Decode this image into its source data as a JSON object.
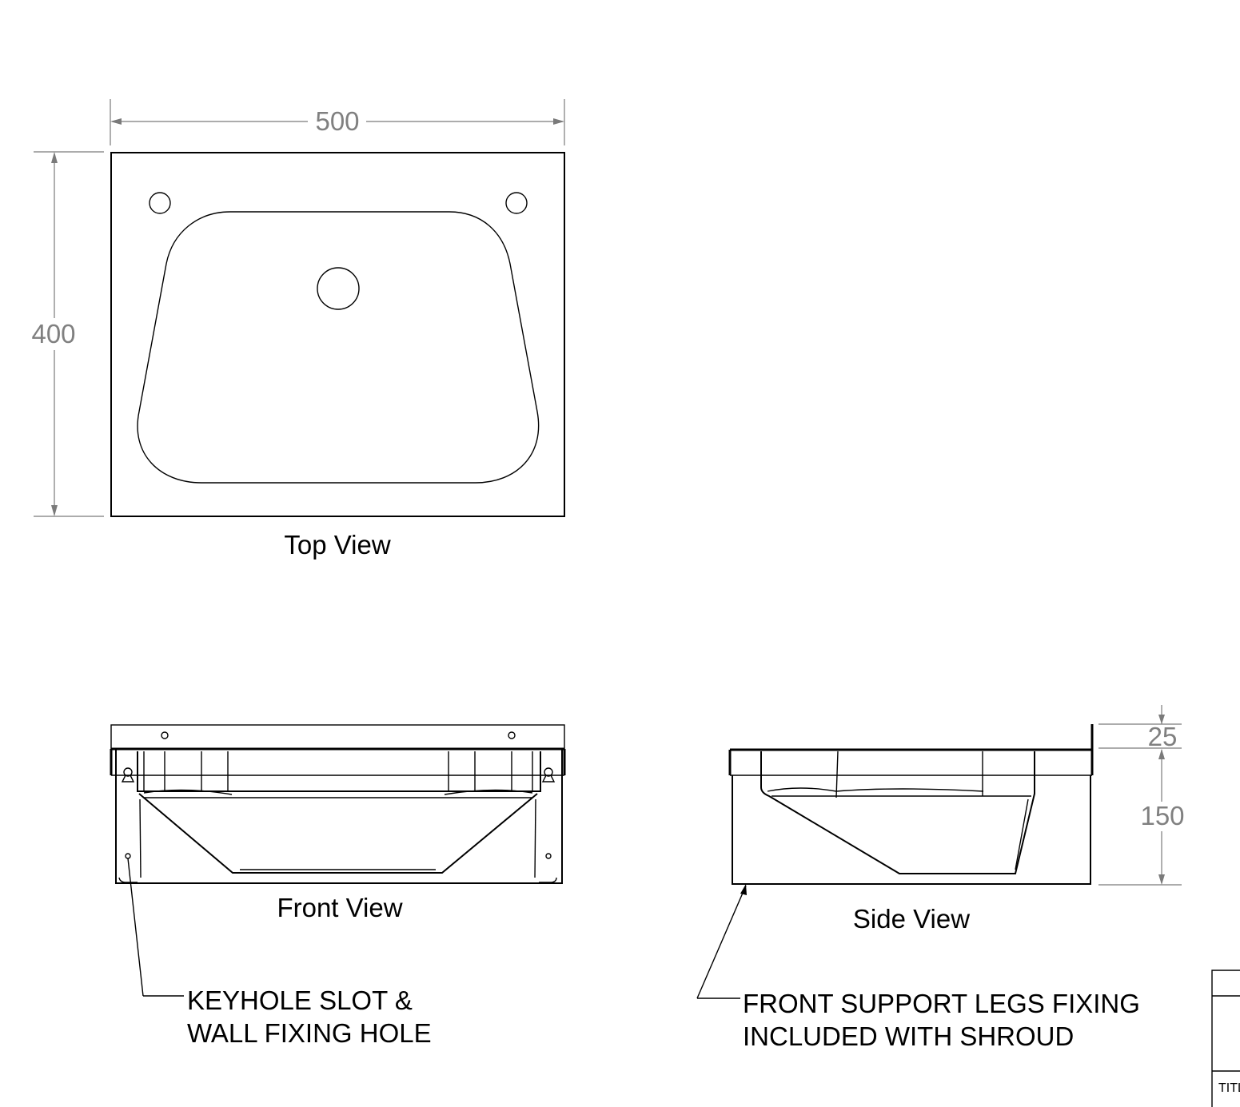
{
  "dimensions": {
    "width": "500",
    "depth": "400",
    "upstand": "25",
    "height": "150"
  },
  "views": {
    "top": "Top View",
    "front": "Front View",
    "side": "Side View"
  },
  "notes": {
    "keyhole": [
      "KEYHOLE SLOT &",
      "WALL FIXING HOLE"
    ],
    "legs": [
      "FRONT SUPPORT LEGS FIXING",
      "INCLUDED WITH SHROUD"
    ]
  },
  "title_block": {
    "label": "TITL"
  },
  "colors": {
    "outline": "#000000",
    "dimension": "#808080",
    "background": "#ffffff"
  }
}
